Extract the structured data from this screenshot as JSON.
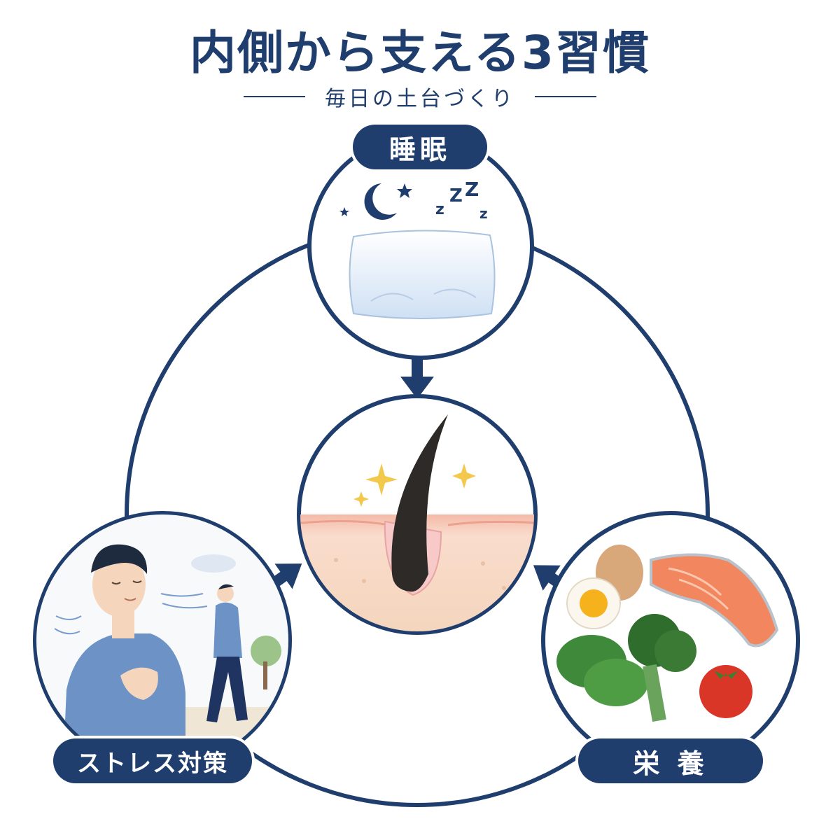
{
  "title": "内側から支える3習慣",
  "subtitle": "毎日の土台づくり",
  "nodes": {
    "sleep": {
      "label": "睡眠"
    },
    "stress": {
      "label": "ストレス対策"
    },
    "nutrition": {
      "label": "栄 養"
    }
  },
  "colors": {
    "navy": "#1f3e6e",
    "skin": "#f6d9c7",
    "hair": "#2d2a28",
    "sparkle": "#f2c94c"
  }
}
